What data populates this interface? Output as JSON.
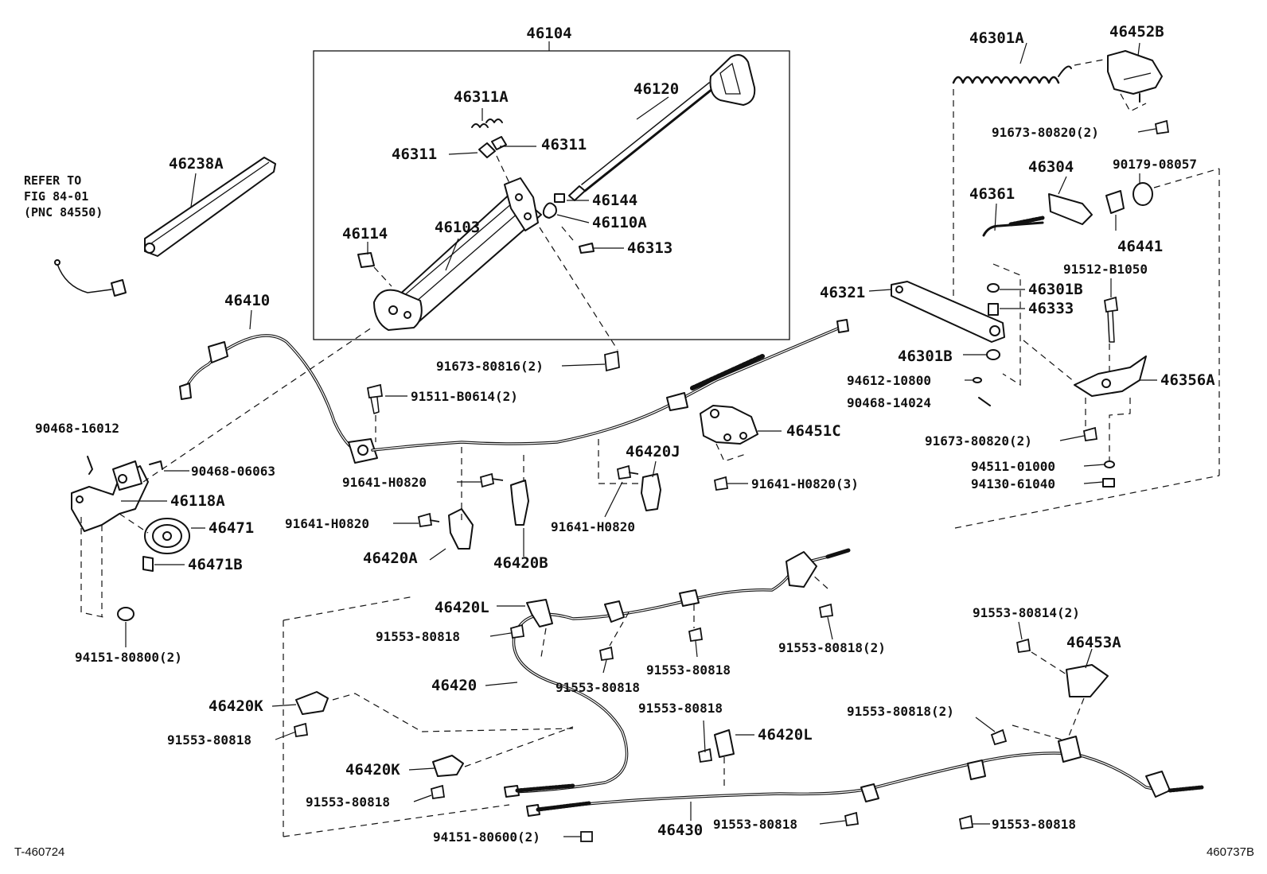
{
  "corner_labels": {
    "bottom_left": "T-460724",
    "bottom_right": "460737B"
  },
  "reference_note": {
    "line1": "REFER TO",
    "line2": "FIG 84-01",
    "line3": "(PNC 84550)"
  },
  "callouts": {
    "46104": "46104",
    "46311A": "46311A",
    "46120": "46120",
    "46311_left": "46311",
    "46311_right": "46311",
    "46144": "46144",
    "46110A": "46110A",
    "46114": "46114",
    "46103": "46103",
    "46313": "46313",
    "91673_80816": "91673-80816(2)",
    "46238A": "46238A",
    "46410": "46410",
    "91511_B0614": "91511-B0614(2)",
    "90468_16012": "90468-16012",
    "90468_06063": "90468-06063",
    "46118A": "46118A",
    "46471": "46471",
    "46471B": "46471B",
    "94151_80800": "94151-80800(2)",
    "91641_H0820_a": "91641-H0820",
    "91641_H0820_b": "91641-H0820",
    "91641_H0820_c": "91641-H0820",
    "91641_H0820_3": "91641-H0820(3)",
    "46420A": "46420A",
    "46420B": "46420B",
    "46420J": "46420J",
    "46451C": "46451C",
    "46301A": "46301A",
    "46452B": "46452B",
    "91673_80820_top": "91673-80820(2)",
    "46304": "46304",
    "90179_08057": "90179-08057",
    "46361": "46361",
    "46441": "46441",
    "91512_B1050": "91512-B1050",
    "46321": "46321",
    "46301B_a": "46301B",
    "46333": "46333",
    "46301B_b": "46301B",
    "94612_10800": "94612-10800",
    "90468_14024": "90468-14024",
    "46356A": "46356A",
    "91673_80820_mid": "91673-80820(2)",
    "94511_01000": "94511-01000",
    "94130_61040": "94130-61040",
    "46420L_top": "46420L",
    "91553_80818_a": "91553-80818",
    "46420": "46420",
    "46420K_a": "46420K",
    "91553_80818_b": "91553-80818",
    "46420K_b": "46420K",
    "91553_80818_c": "91553-80818",
    "94151_80600": "94151-80600(2)",
    "46430": "46430",
    "91553_80818_d": "91553-80818",
    "91553_80818_e": "91553-80818",
    "91553_80818_f": "91553-80818",
    "91553_80818_g": "91553-80818",
    "91553_80818_2a": "91553-80818(2)",
    "91553_80818_2b": "91553-80818(2)",
    "91553_80814": "91553-80814(2)",
    "46453A": "46453A",
    "46420L_bottom": "46420L",
    "91553_80818_h": "91553-80818"
  }
}
